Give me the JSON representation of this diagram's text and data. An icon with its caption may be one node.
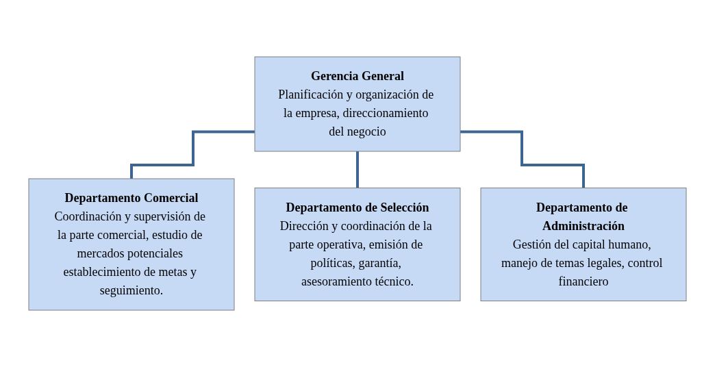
{
  "diagram": {
    "nodes": [
      {
        "text": [
          "Gerencia General",
          "Planificación y organización de la empresa, direccionamiento del negocio"
        ]
      },
      {
        "text": [
          "Departamento Comercial",
          "Coordinación y supervisión de la parte comercial, estudio de mercados potenciales establecimiento de metas y seguimiento."
        ]
      },
      {
        "text": [
          "Departamento de Selección",
          "Dirección y coordinación de la parte operativa, emisión de políticas, garantía, asesoramiento técnico."
        ]
      },
      {
        "text": [
          "Departamento de Administración",
          "Gestión del capital humano, manejo de temas legales, control financiero"
        ]
      }
    ],
    "edges": [
      {
        "from": 0,
        "to": 1,
        "arrow": "none"
      },
      {
        "from": 0,
        "to": 2,
        "arrow": "none"
      },
      {
        "from": 0,
        "to": 3,
        "arrow": "none"
      }
    ]
  }
}
